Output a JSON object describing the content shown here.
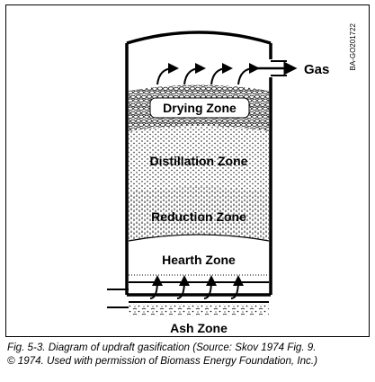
{
  "diagram": {
    "zones": {
      "drying": "Drying Zone",
      "distillation": "Distillation Zone",
      "reduction": "Reduction Zone",
      "hearth": "Hearth Zone",
      "ash": "Ash Zone"
    },
    "gas_label": "Gas",
    "figure_code": "BA-GO201722"
  },
  "caption": {
    "line1": "Fig. 5-3.  Diagram of updraft gasification (Source: Skov 1974 Fig. 9.",
    "line2": "© 1974. Used with permission of Biomass Energy Foundation, Inc.)"
  }
}
